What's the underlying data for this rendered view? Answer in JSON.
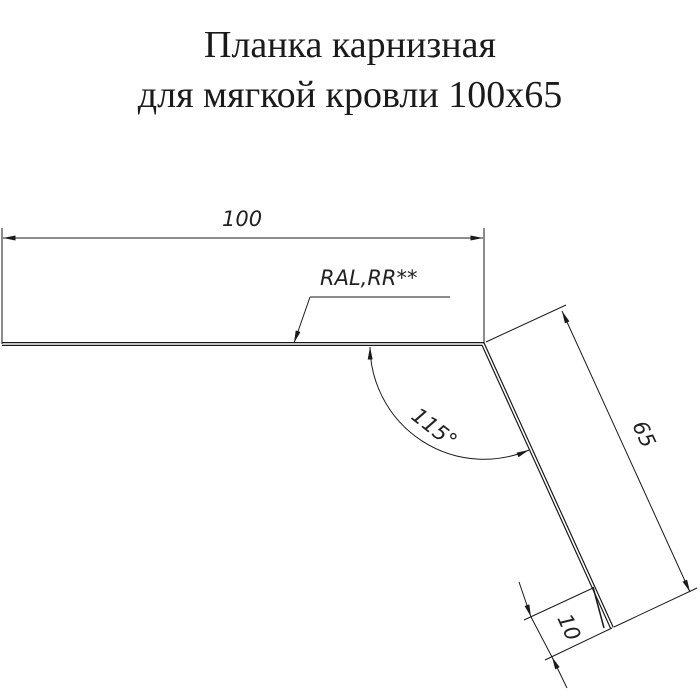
{
  "title": {
    "line1": "Планка карнизная",
    "line2": "для мягкой кровли 100x65"
  },
  "dimensions": {
    "width": "100",
    "slope_length": "65",
    "hem": "10",
    "angle": "115°"
  },
  "coating_label": "RAL,RR**",
  "colors": {
    "line": "#1a1a1a",
    "background": "#ffffff"
  }
}
